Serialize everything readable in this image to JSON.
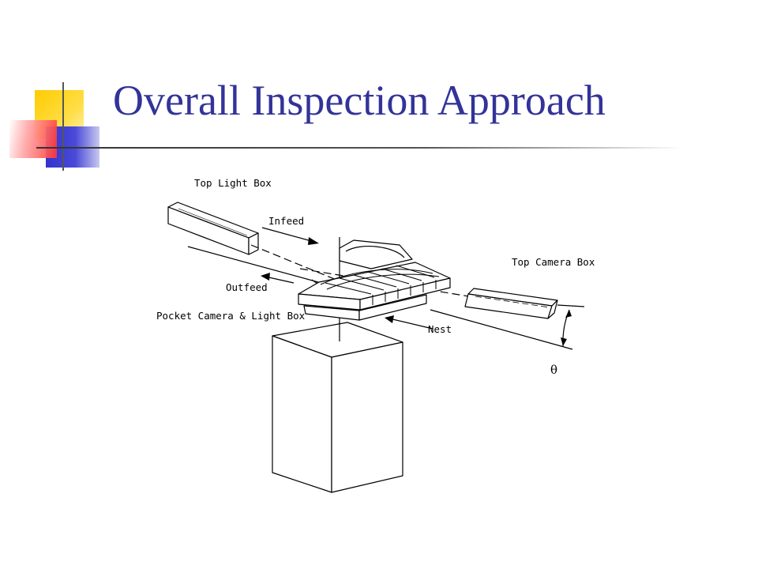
{
  "slide": {
    "title": "Overall Inspection Approach",
    "title_color": "#333399",
    "accent_colors": {
      "yellow": "#ffcc00",
      "red": "#ff3333",
      "blue": "#3333cc",
      "rule": "#555555"
    }
  },
  "diagram": {
    "labels": {
      "top_light_box": "Top Light Box",
      "infeed": "Infeed",
      "outfeed": "Outfeed",
      "top_camera_box": "Top Camera Box",
      "pocket_camera_light_box": "Pocket Camera & Light Box",
      "nest": "Nest",
      "angle": "θ"
    }
  }
}
